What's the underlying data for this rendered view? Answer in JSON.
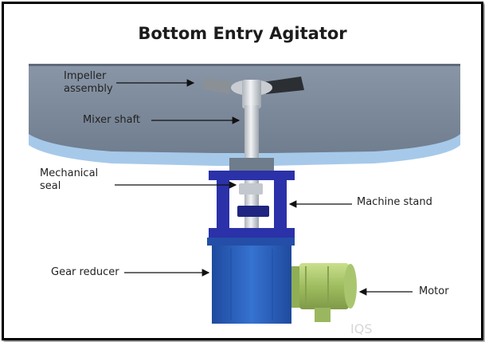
{
  "diagram": {
    "title": "Bottom Entry Agitator",
    "labels": {
      "impeller": "Impeller\nassembly",
      "mixer_shaft": "Mixer shaft",
      "mechanical_seal": "Mechanical\nseal",
      "machine_stand": "Machine stand",
      "gear_reducer": "Gear reducer",
      "motor": "Motor"
    },
    "watermark": "IQS"
  },
  "colors": {
    "tank": "#7e8b9d",
    "tank_light": "#a6c9ea",
    "stand": "#2b31a8",
    "gearbox": "#2e62c2",
    "motor": "#a6c56a",
    "shaft": "#d9dde1"
  }
}
